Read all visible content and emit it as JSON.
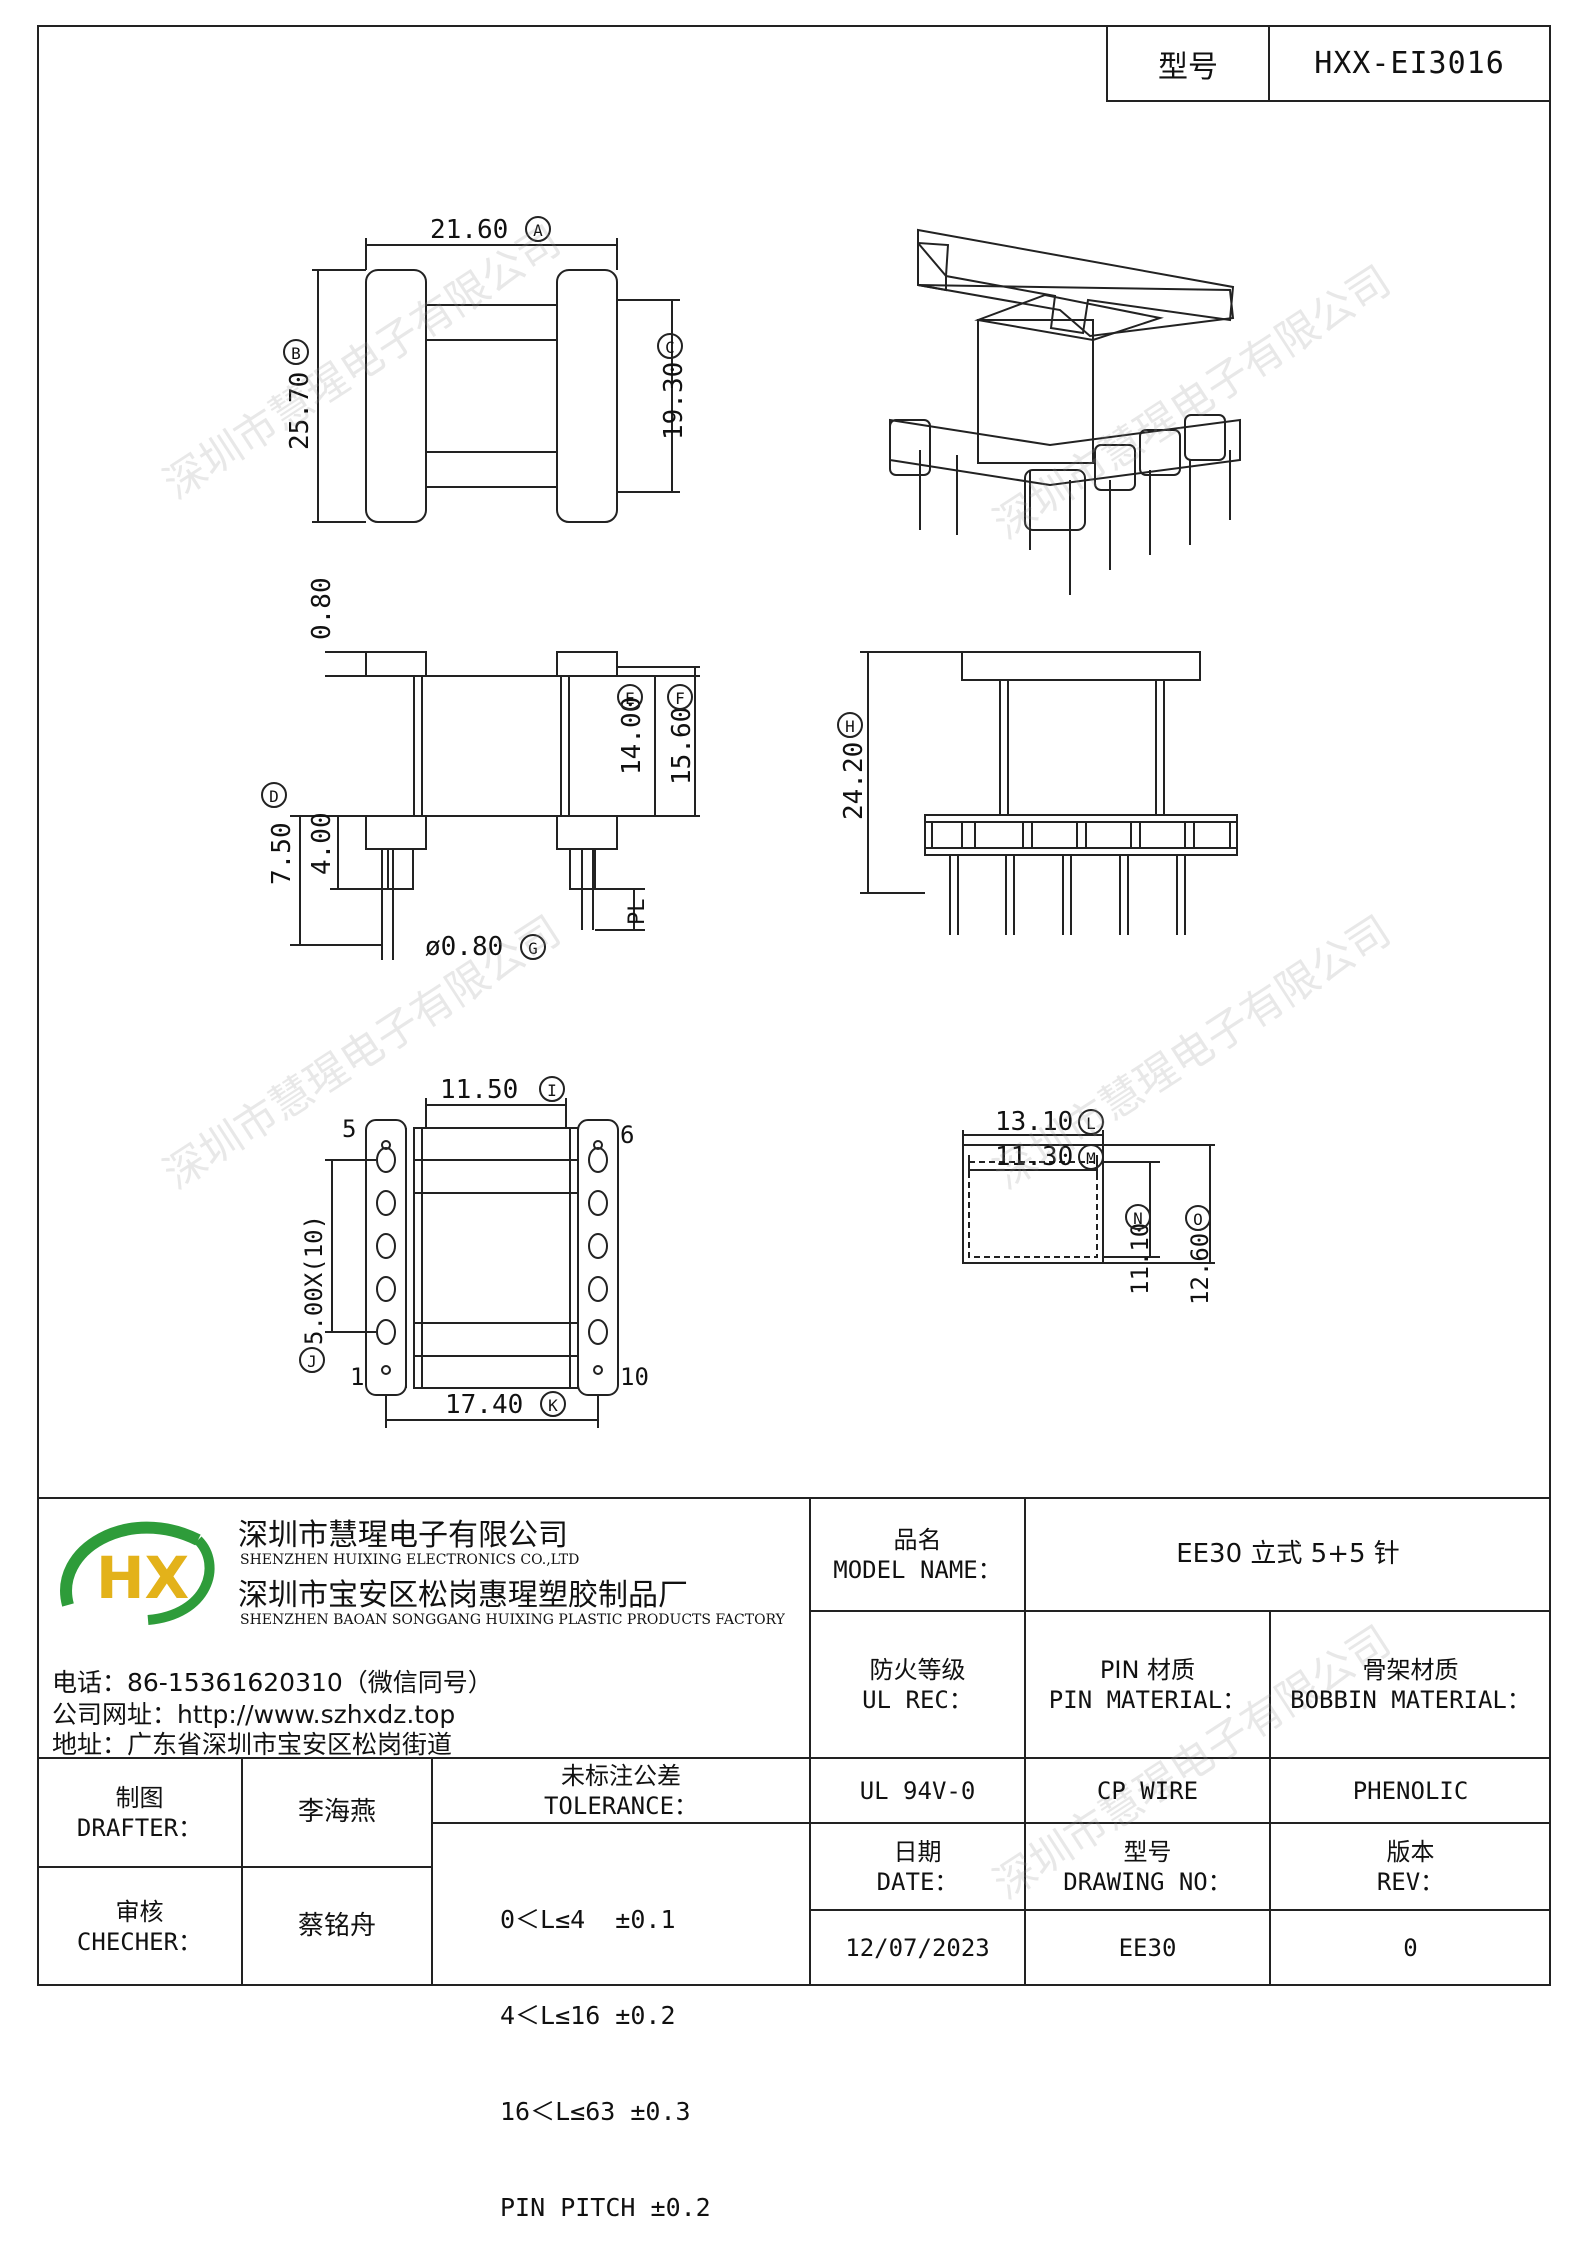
{
  "header": {
    "model_label": "型号",
    "model_value": "HXX-EI3016"
  },
  "dimensions": {
    "a": "21.60",
    "b": "25.70",
    "c": "19.30",
    "d": "7.50",
    "d_sub": "4.00",
    "top_gap": "0.80",
    "e": "14.00",
    "f": "15.60",
    "pin_dia": "ø0.80",
    "pl": "PL",
    "h": "24.20",
    "i": "11.50",
    "pitch": "5.00X(10)",
    "k": "17.40",
    "l": "13.10",
    "m": "11.30",
    "n": "11.10",
    "o": "12.60",
    "pin_5": "5",
    "pin_6": "6",
    "pin_1": "1",
    "pin_10": "10"
  },
  "company": {
    "name_cn": "深圳市慧瑆电子有限公司",
    "name_en": "SHENZHEN HUIXING ELECTRONICS CO.,LTD",
    "factory_cn": "深圳市宝安区松岗惠瑆塑胶制品厂",
    "factory_en": "SHENZHEN BAOAN SONGGANG HUIXING PLASTIC PRODUCTS FACTORY",
    "phone": "电话：86-15361620310（微信同号）",
    "website": "公司网址：http://www.szhxdz.top",
    "address": "地址：广东省深圳市宝安区松岗街道",
    "logo_text": "HX"
  },
  "titleblock": {
    "model_name_cn": "品名",
    "model_name_en": "MODEL NAME：",
    "model_name_value": "EE30 立式 5+5 针",
    "ul_cn": "防火等级",
    "ul_en": "UL REC：",
    "pin_material_cn": "PIN 材质",
    "pin_material_en": "PIN MATERIAL：",
    "bobbin_material_cn": "骨架材质",
    "bobbin_material_en": "BOBBIN MATERIAL：",
    "ul_value": "UL 94V-0",
    "pin_value": "CP WIRE",
    "bobbin_value": "PHENOLIC",
    "drafter_cn": "制图",
    "drafter_en": "DRAFTER：",
    "drafter_value": "李海燕",
    "checker_cn": "审核",
    "checker_en": "CHECHER：",
    "checker_value": "蔡铭舟",
    "tolerance_cn": "未标注公差",
    "tolerance_en": "TOLERANCE：",
    "tolerance_lines": [
      "0＜L≤4  ±0.1",
      "4＜L≤16 ±0.2",
      "16＜L≤63 ±0.3",
      "PIN PITCH ±0.2"
    ],
    "date_cn": "日期",
    "date_en": "DATE：",
    "date_value": "12/07/2023",
    "drawing_cn": "型号",
    "drawing_en": "DRAWING NO：",
    "drawing_value": "EE30",
    "rev_cn": "版本",
    "rev_en": "REV：",
    "rev_value": "0"
  },
  "watermark": "深圳市慧瑆电子有限公司"
}
